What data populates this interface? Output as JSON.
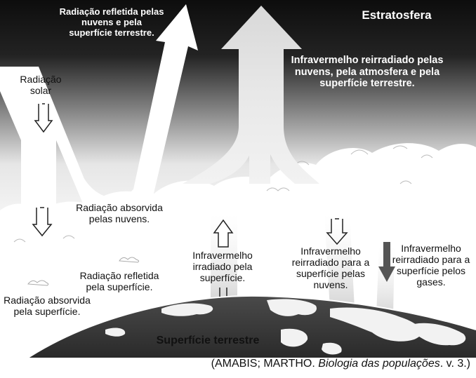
{
  "labels": {
    "reflected_clouds": "Radiação refletida pelas nuvens e pela superfície terrestre.",
    "stratosphere": "Estratosfera",
    "infrared_reradiated": "Infravermelho reirradiado pelas nuvens, pela atmosfera e pela superfície terrestre.",
    "solar_radiation": "Radiação solar",
    "absorbed_clouds": "Radiação absorvida pelas nuvens.",
    "infrared_irradiated": "Infravermelho irradiado pela superfície.",
    "reradiated_clouds": "Infravermelho reirradiado para a superfície pelas nuvens.",
    "reradiated_gases": "Infravermelho reirradiado para a superfície pelos gases.",
    "reflected_surface": "Radiação refletida pela superfície.",
    "absorbed_surface": "Radiação absorvida pela superfície.",
    "earth_surface": "Superfície terrestre"
  },
  "caption": {
    "authors": "(AMABIS; MARTHO. ",
    "title": "Biologia das populações",
    "volume": ". v. 3.)"
  }
}
